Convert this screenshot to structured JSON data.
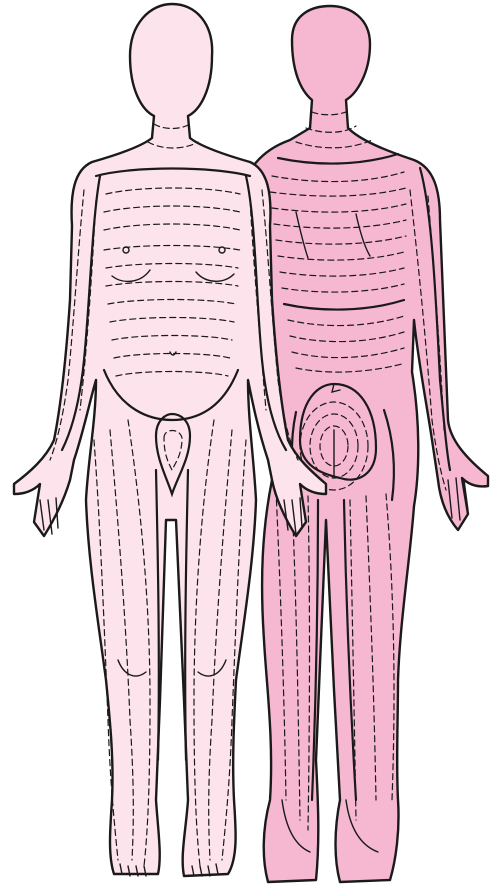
{
  "figure": {
    "panels": [
      {
        "view": "anterior",
        "order": 1
      },
      {
        "view": "posterior",
        "order": 2
      }
    ],
    "colors": {
      "anterior_fill": "#fde3ec",
      "posterior_fill": "#f6b8d0",
      "line": "#1a1a1a",
      "background": "#ffffff"
    },
    "line_styles": [
      "solid",
      "dashed"
    ]
  }
}
